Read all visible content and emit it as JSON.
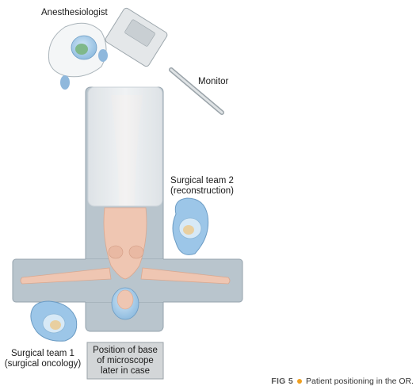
{
  "labels": {
    "anesthesiologist": "Anesthesiologist",
    "monitor": "Monitor",
    "team2_line1": "Surgical team 2",
    "team2_line2": "(reconstruction)",
    "team1_line1": "Surgical team 1",
    "team1_line2": "(surgical oncology)",
    "microscope_line1": "Position of base",
    "microscope_line2": "of microscope",
    "microscope_line3": "later in case"
  },
  "caption": {
    "fig_label": "FIG 5",
    "text": "Patient positioning in the OR.",
    "bullet_color": "#f0a020"
  },
  "colors": {
    "table": "#b9c5cd",
    "table_edge": "#95a3ad",
    "cap": "#a9cce8",
    "skin": "#efc6b2",
    "drape": "#eef1f3"
  }
}
